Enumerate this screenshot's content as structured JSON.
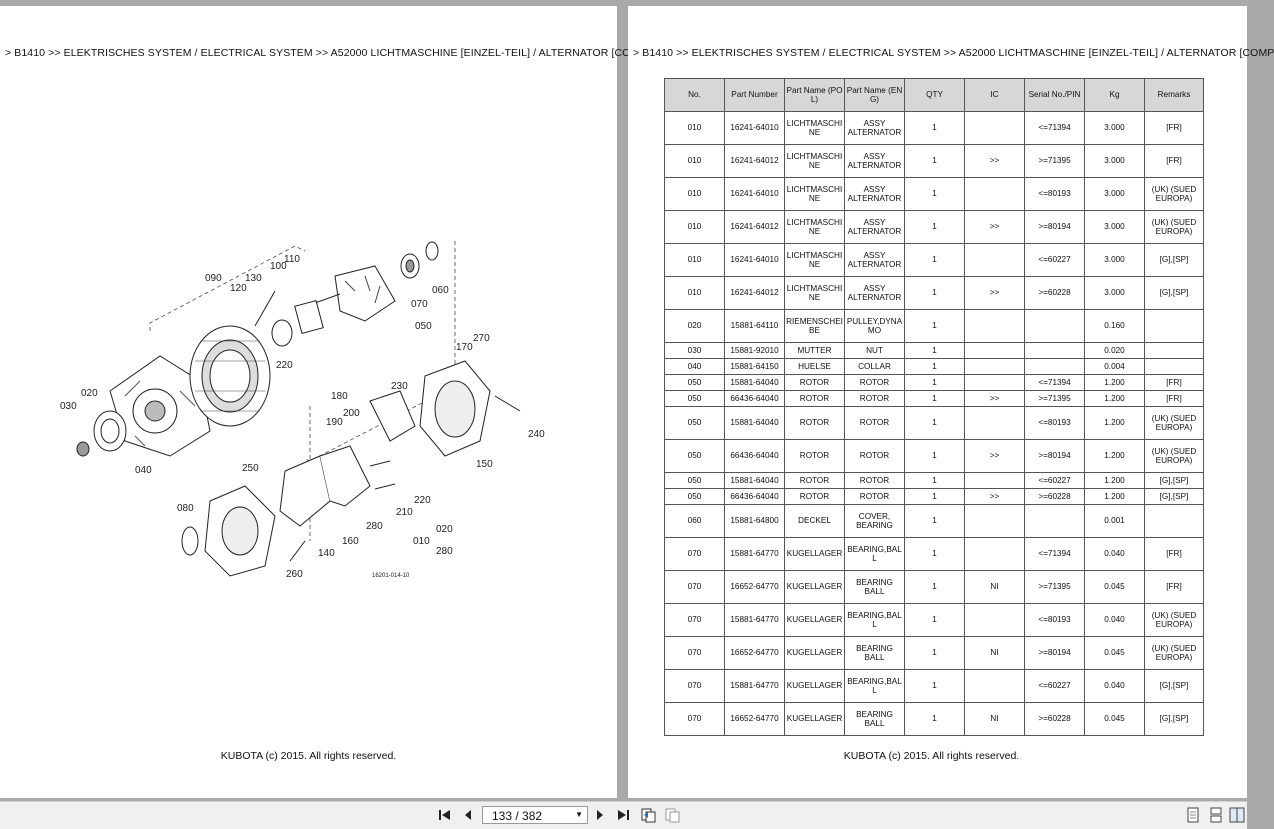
{
  "breadcrumb": "> B1410 >> ELEKTRISCHES SYSTEM / ELECTRICAL SYSTEM >> A52000   LICHTMASCHINE [EINZEL-TEIL] / ALTERNATOR [COMP",
  "copyright": "KUBOTA (c) 2015. All rights reserved.",
  "diagram": {
    "code": "16201-014-10",
    "callouts": [
      "090",
      "130",
      "100",
      "110",
      "120",
      "060",
      "070",
      "050",
      "220",
      "270",
      "170",
      "020",
      "030",
      "040",
      "180",
      "230",
      "200",
      "190",
      "240",
      "150",
      "250",
      "080",
      "220",
      "210",
      "280",
      "160",
      "140",
      "260",
      "020",
      "010",
      "280"
    ]
  },
  "table": {
    "headers": [
      "No.",
      "Part Number",
      "Part Name (POL)",
      "Part Name (ENG)",
      "QTY",
      "IC",
      "Serial No./PIN",
      "Kg",
      "Remarks"
    ],
    "rows": [
      {
        "no": "010",
        "pn": "16241-64010",
        "pol": "LICHTMASCHINE",
        "eng": "ASSY ALTERNATOR",
        "qty": "1",
        "ic": "",
        "serial": "<=71394",
        "kg": "3.000",
        "rem": "[FR]",
        "tall": true
      },
      {
        "no": "010",
        "pn": "16241-64012",
        "pol": "LICHTMASCHINE",
        "eng": "ASSY ALTERNATOR",
        "qty": "1",
        "ic": ">>",
        "serial": ">=71395",
        "kg": "3.000",
        "rem": "[FR]",
        "tall": true
      },
      {
        "no": "010",
        "pn": "16241-64010",
        "pol": "LICHTMASCHINE",
        "eng": "ASSY ALTERNATOR",
        "qty": "1",
        "ic": "",
        "serial": "<=80193",
        "kg": "3.000",
        "rem": "(UK) (SUED EUROPA)",
        "tall": true
      },
      {
        "no": "010",
        "pn": "16241-64012",
        "pol": "LICHTMASCHINE",
        "eng": "ASSY ALTERNATOR",
        "qty": "1",
        "ic": ">>",
        "serial": ">=80194",
        "kg": "3.000",
        "rem": "(UK) (SUED EUROPA)",
        "tall": true
      },
      {
        "no": "010",
        "pn": "16241-64010",
        "pol": "LICHTMASCHINE",
        "eng": "ASSY ALTERNATOR",
        "qty": "1",
        "ic": "",
        "serial": "<=60227",
        "kg": "3.000",
        "rem": "[G],[SP]",
        "tall": true
      },
      {
        "no": "010",
        "pn": "16241-64012",
        "pol": "LICHTMASCHINE",
        "eng": "ASSY ALTERNATOR",
        "qty": "1",
        "ic": ">>",
        "serial": ">=60228",
        "kg": "3.000",
        "rem": "[G],[SP]",
        "tall": true
      },
      {
        "no": "020",
        "pn": "15881-64110",
        "pol": "RIEMENSCHEIBE",
        "eng": "PULLEY,DYNAMO",
        "qty": "1",
        "ic": "",
        "serial": "",
        "kg": "0.160",
        "rem": "",
        "tall": true
      },
      {
        "no": "030",
        "pn": "15881-92010",
        "pol": "MUTTER",
        "eng": "NUT",
        "qty": "1",
        "ic": "",
        "serial": "",
        "kg": "0.020",
        "rem": "",
        "tall": false
      },
      {
        "no": "040",
        "pn": "15881-64150",
        "pol": "HUELSE",
        "eng": "COLLAR",
        "qty": "1",
        "ic": "",
        "serial": "",
        "kg": "0.004",
        "rem": "",
        "tall": false
      },
      {
        "no": "050",
        "pn": "15881-64040",
        "pol": "ROTOR",
        "eng": "ROTOR",
        "qty": "1",
        "ic": "",
        "serial": "<=71394",
        "kg": "1.200",
        "rem": "[FR]",
        "tall": false
      },
      {
        "no": "050",
        "pn": "66436-64040",
        "pol": "ROTOR",
        "eng": "ROTOR",
        "qty": "1",
        "ic": ">>",
        "serial": ">=71395",
        "kg": "1.200",
        "rem": "[FR]",
        "tall": false
      },
      {
        "no": "050",
        "pn": "15881-64040",
        "pol": "ROTOR",
        "eng": "ROTOR",
        "qty": "1",
        "ic": "",
        "serial": "<=80193",
        "kg": "1.200",
        "rem": "(UK) (SUED EUROPA)",
        "tall": true
      },
      {
        "no": "050",
        "pn": "66436-64040",
        "pol": "ROTOR",
        "eng": "ROTOR",
        "qty": "1",
        "ic": ">>",
        "serial": ">=80194",
        "kg": "1.200",
        "rem": "(UK) (SUED EUROPA)",
        "tall": true
      },
      {
        "no": "050",
        "pn": "15881-64040",
        "pol": "ROTOR",
        "eng": "ROTOR",
        "qty": "1",
        "ic": "",
        "serial": "<=60227",
        "kg": "1.200",
        "rem": "[G],[SP]",
        "tall": false
      },
      {
        "no": "050",
        "pn": "66436-64040",
        "pol": "ROTOR",
        "eng": "ROTOR",
        "qty": "1",
        "ic": ">>",
        "serial": ">=60228",
        "kg": "1.200",
        "rem": "[G],[SP]",
        "tall": false
      },
      {
        "no": "060",
        "pn": "15881-64800",
        "pol": "DECKEL",
        "eng": "COVER, BEARING",
        "qty": "1",
        "ic": "",
        "serial": "",
        "kg": "0.001",
        "rem": "",
        "tall": true
      },
      {
        "no": "070",
        "pn": "15881-64770",
        "pol": "KUGELLAGER",
        "eng": "BEARING,BALL",
        "qty": "1",
        "ic": "",
        "serial": "<=71394",
        "kg": "0.040",
        "rem": "[FR]",
        "tall": true
      },
      {
        "no": "070",
        "pn": "16652-64770",
        "pol": "KUGELLAGER",
        "eng": "BEARING BALL",
        "qty": "1",
        "ic": "NI",
        "serial": ">=71395",
        "kg": "0.045",
        "rem": "[FR]",
        "tall": true
      },
      {
        "no": "070",
        "pn": "15881-64770",
        "pol": "KUGELLAGER",
        "eng": "BEARING,BALL",
        "qty": "1",
        "ic": "",
        "serial": "<=80193",
        "kg": "0.040",
        "rem": "(UK) (SUED EUROPA)",
        "tall": true
      },
      {
        "no": "070",
        "pn": "16652-64770",
        "pol": "KUGELLAGER",
        "eng": "BEARING BALL",
        "qty": "1",
        "ic": "NI",
        "serial": ">=80194",
        "kg": "0.045",
        "rem": "(UK) (SUED EUROPA)",
        "tall": true
      },
      {
        "no": "070",
        "pn": "15881-64770",
        "pol": "KUGELLAGER",
        "eng": "BEARING,BALL",
        "qty": "1",
        "ic": "",
        "serial": "<=60227",
        "kg": "0.040",
        "rem": "[G],[SP]",
        "tall": true
      },
      {
        "no": "070",
        "pn": "16652-64770",
        "pol": "KUGELLAGER",
        "eng": "BEARING BALL",
        "qty": "1",
        "ic": "NI",
        "serial": ">=60228",
        "kg": "0.045",
        "rem": "[G],[SP]",
        "tall": true
      }
    ]
  },
  "toolbar": {
    "page_indicator": "133 / 382",
    "icons": [
      "first-page-icon",
      "prev-page-icon",
      "next-page-icon",
      "last-page-icon",
      "go-back-icon",
      "go-forward-icon",
      "single-page-icon",
      "continuous-page-icon",
      "facing-page-icon"
    ]
  },
  "colors": {
    "viewer_bg": "#a9a9a9",
    "header_bg": "#d7d7d7",
    "toolbar_bg": "#f0f0f0"
  }
}
